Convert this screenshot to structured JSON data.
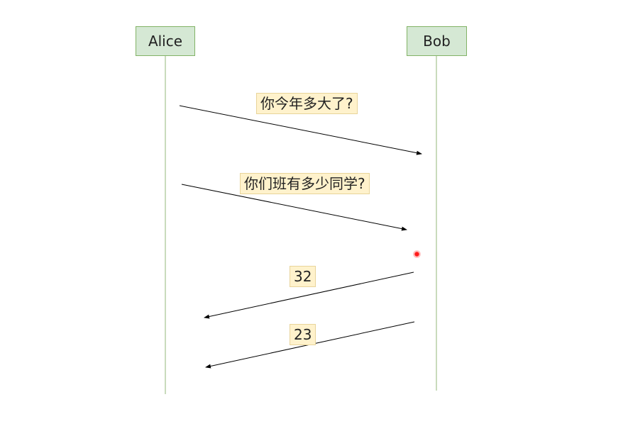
{
  "colors": {
    "actor_fill": "#d5e8d4",
    "actor_border": "#82b366",
    "lifeline": "#b7cfa6",
    "label_fill": "#fff2cc",
    "label_border": "#e8d49a",
    "arrow": "#000000",
    "pointer": "#ff1a1a"
  },
  "actors": [
    {
      "name": "Alice"
    },
    {
      "name": "Bob"
    }
  ],
  "messages": [
    {
      "from": "Alice",
      "to": "Bob",
      "label": "你今年多大了?"
    },
    {
      "from": "Alice",
      "to": "Bob",
      "label": "你们班有多少同学?"
    },
    {
      "from": "Bob",
      "to": "Alice",
      "label": "32"
    },
    {
      "from": "Bob",
      "to": "Alice",
      "label": "23"
    }
  ],
  "icons": {
    "pointer": "red-dot-pointer-icon"
  }
}
